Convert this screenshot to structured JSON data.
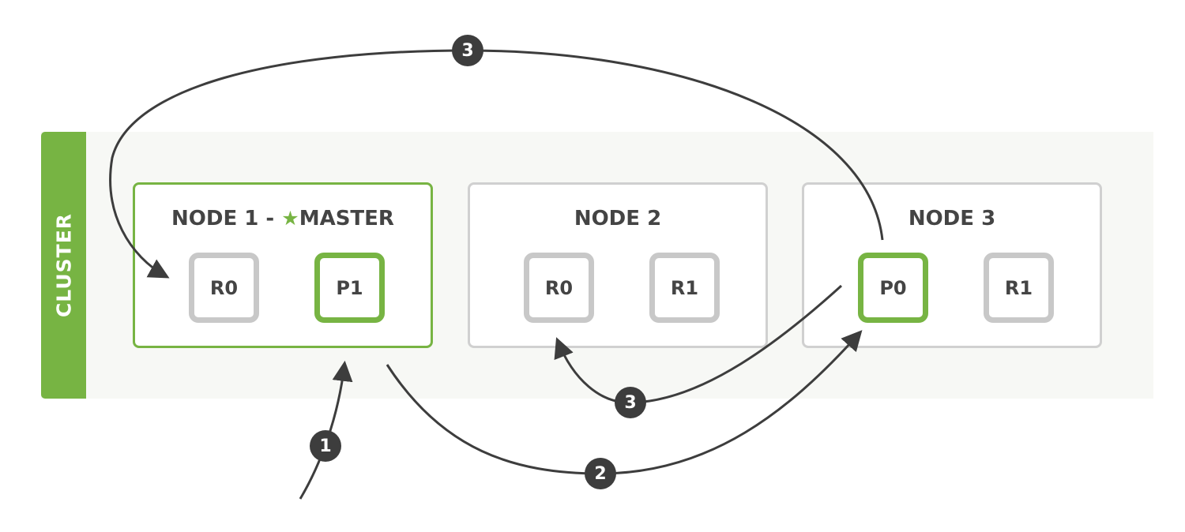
{
  "cluster": {
    "label": "CLUSTER",
    "nodes": [
      {
        "title": "NODE 1 - ",
        "role": "MASTER",
        "icon": "star-icon",
        "shards": [
          {
            "label": "R0",
            "type": "replica"
          },
          {
            "label": "P1",
            "type": "primary"
          }
        ]
      },
      {
        "title": "NODE 2",
        "shards": [
          {
            "label": "R0",
            "type": "replica"
          },
          {
            "label": "R1",
            "type": "replica"
          }
        ]
      },
      {
        "title": "NODE 3",
        "shards": [
          {
            "label": "P0",
            "type": "primary"
          },
          {
            "label": "R1",
            "type": "replica"
          }
        ]
      }
    ]
  },
  "steps": [
    {
      "label": "1",
      "from": "client",
      "to": "node-1"
    },
    {
      "label": "2",
      "from": "node-1",
      "to": "node-3-p0"
    },
    {
      "label": "3",
      "from": "node-3-p0",
      "to": "node-2-r0"
    },
    {
      "label": "3",
      "from": "node-3-p0",
      "to": "node-1-r0"
    }
  ],
  "colors": {
    "accent": "#77b443",
    "replica_border": "#c8c8c8",
    "text": "#444444",
    "arrow": "#3d3d3d"
  }
}
